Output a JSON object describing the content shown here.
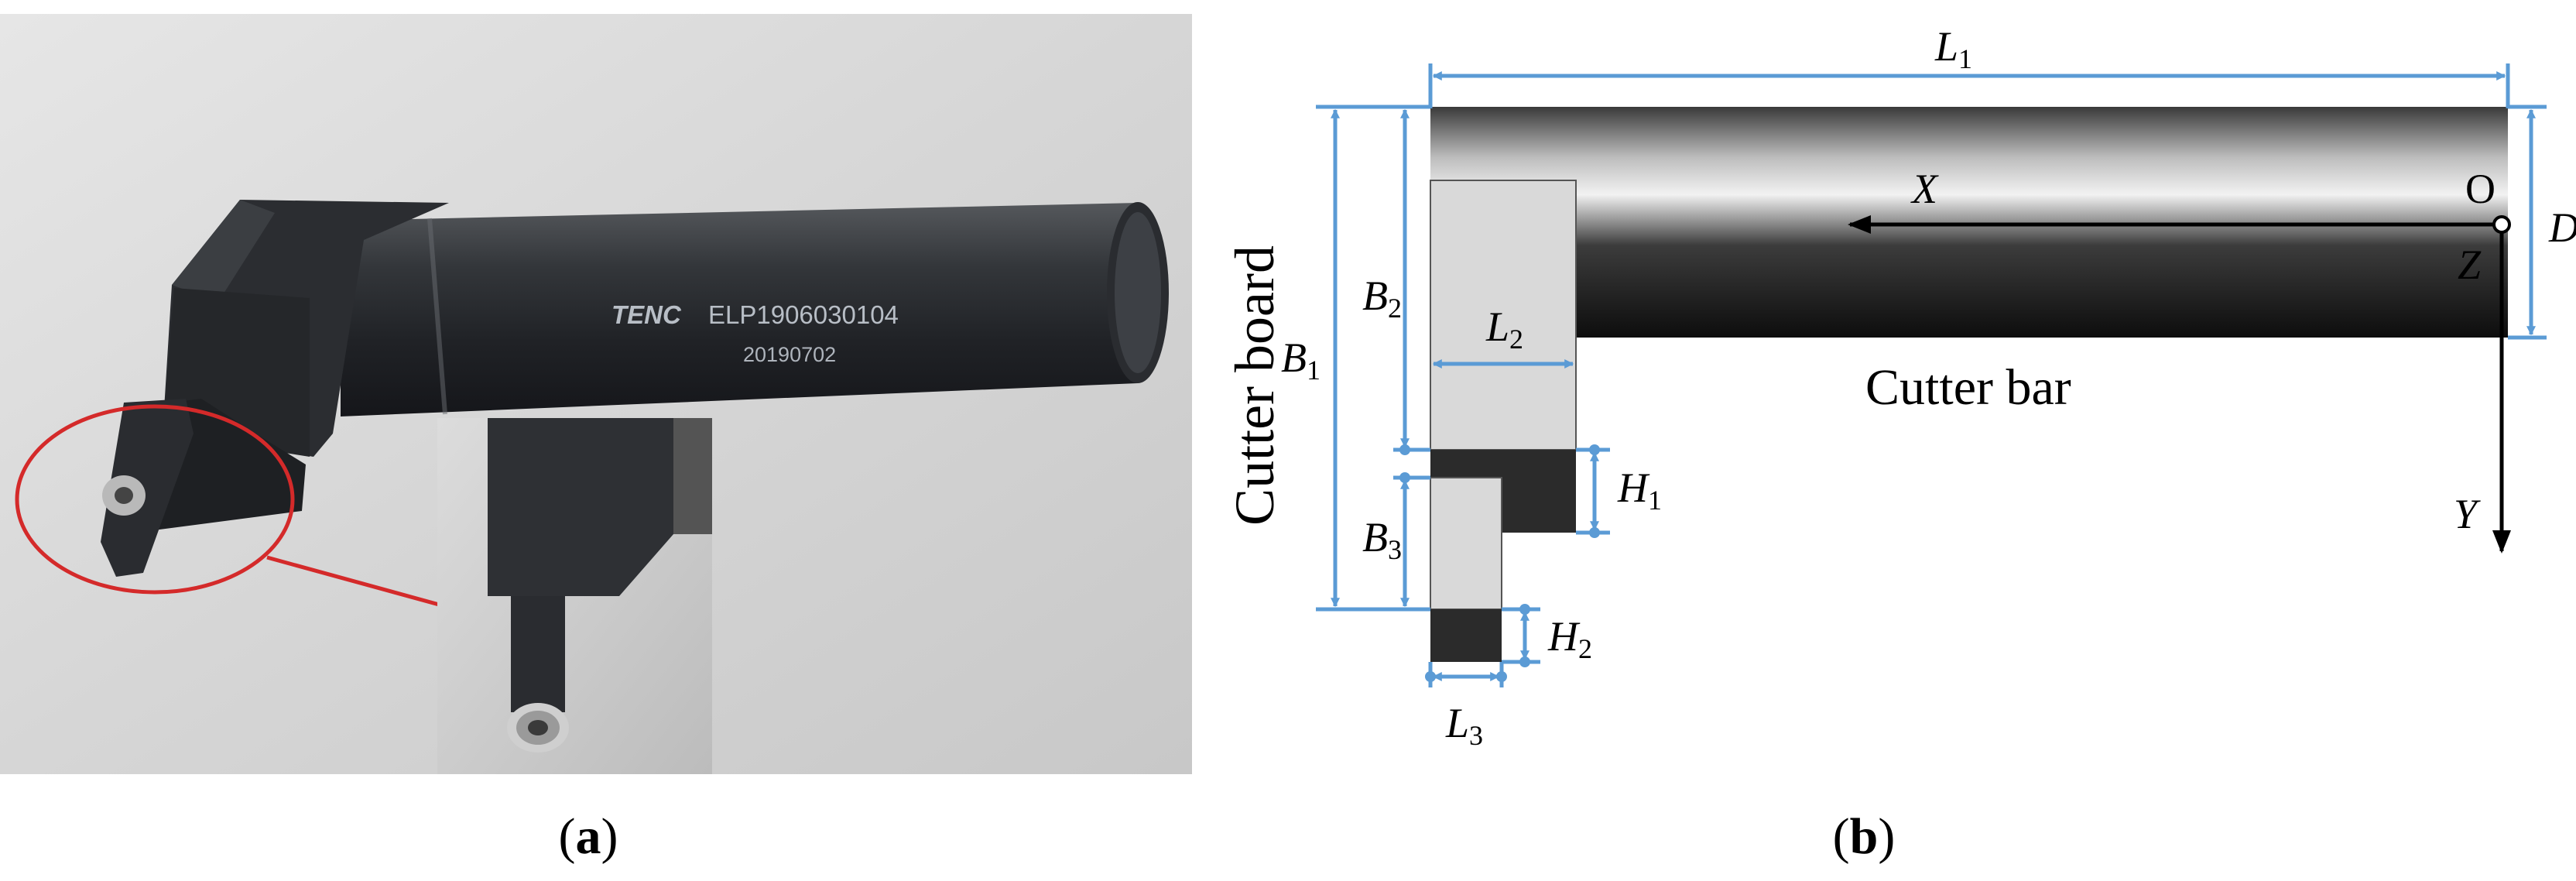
{
  "panel_a": {
    "caption_open": "(",
    "caption_letter": "a",
    "caption_close": ")",
    "tool_logo": "TENC",
    "tool_serial": "ELP1906030104",
    "tool_date": "20190702"
  },
  "panel_b": {
    "caption_open": "(",
    "caption_letter": "b",
    "caption_close": ")",
    "label_cutter_board": "Cutter board",
    "label_cutter_bar": "Cutter bar",
    "axis_x": "X",
    "axis_y": "Y",
    "axis_z": "Z",
    "origin": "O",
    "dims": {
      "L1": {
        "main": "L",
        "sub": "1"
      },
      "L2": {
        "main": "L",
        "sub": "2"
      },
      "L3": {
        "main": "L",
        "sub": "3"
      },
      "B1": {
        "main": "B",
        "sub": "1"
      },
      "B2": {
        "main": "B",
        "sub": "2"
      },
      "B3": {
        "main": "B",
        "sub": "3"
      },
      "H1": {
        "main": "H",
        "sub": "1"
      },
      "H2": {
        "main": "H",
        "sub": "2"
      },
      "D": "D"
    }
  },
  "colors": {
    "dimension_line": "#5b9bd5",
    "arrow_callout": "#d42a2a",
    "board_fill": "#d9d9d9",
    "insert_fill": "#2b2b2b"
  }
}
